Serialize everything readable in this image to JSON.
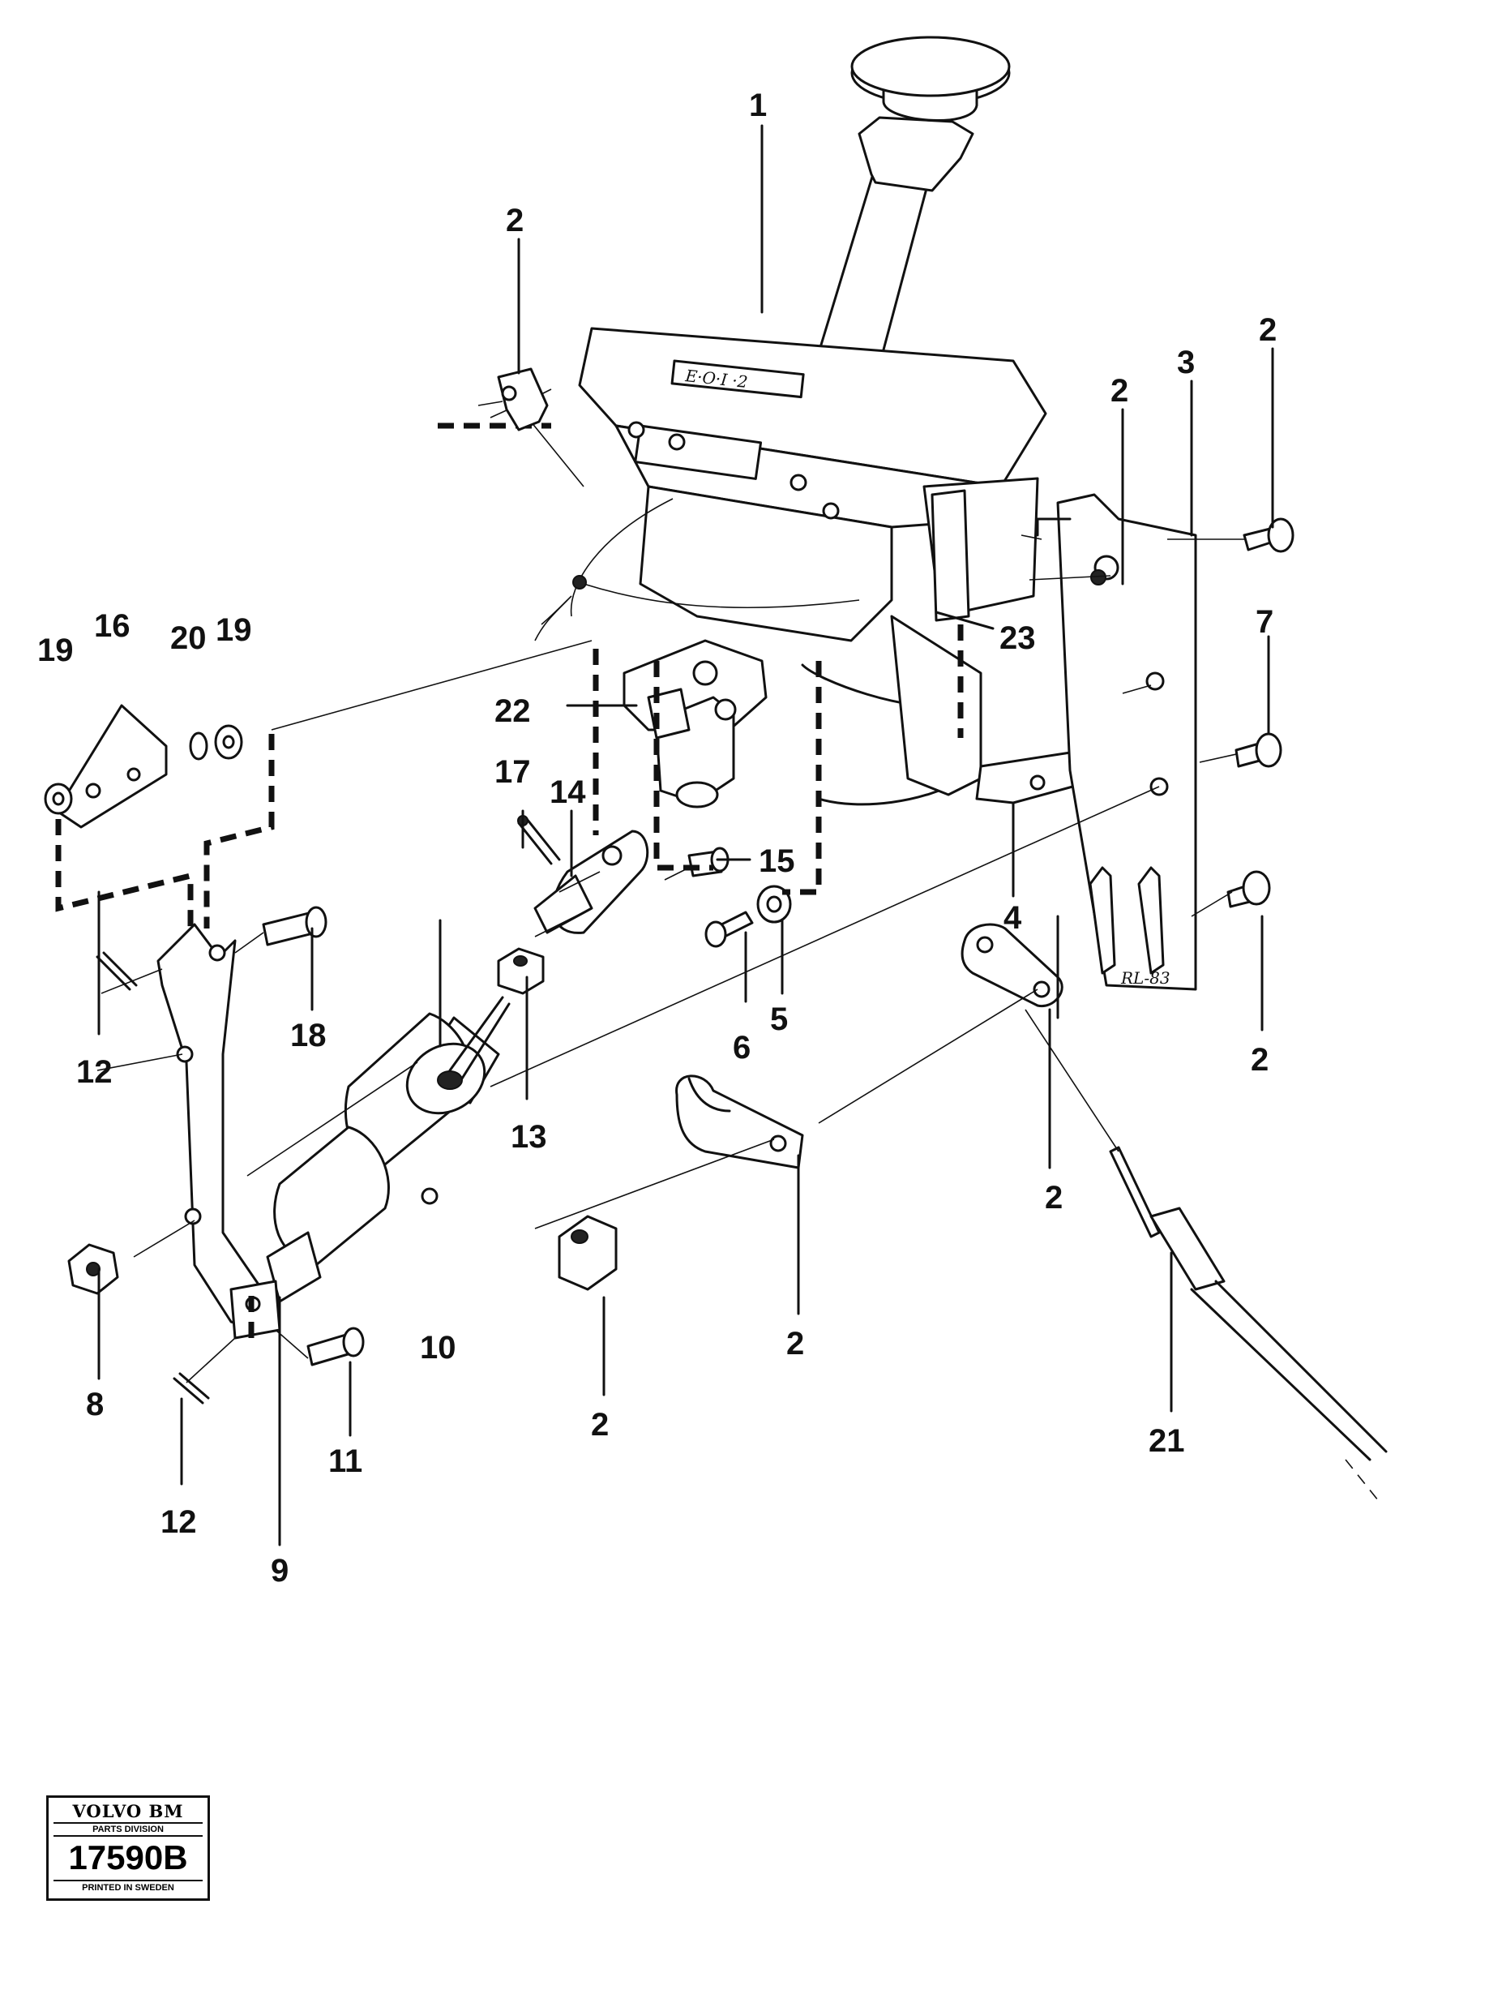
{
  "diagram": {
    "callouts": [
      {
        "id": "c1",
        "text": "1"
      },
      {
        "id": "c2a",
        "text": "2"
      },
      {
        "id": "c2b",
        "text": "2"
      },
      {
        "id": "c2c",
        "text": "2"
      },
      {
        "id": "c2d",
        "text": "2"
      },
      {
        "id": "c2e",
        "text": "2"
      },
      {
        "id": "c2f",
        "text": "2"
      },
      {
        "id": "c2g",
        "text": "2"
      },
      {
        "id": "c3",
        "text": "3"
      },
      {
        "id": "c4",
        "text": "4"
      },
      {
        "id": "c5",
        "text": "5"
      },
      {
        "id": "c6",
        "text": "6"
      },
      {
        "id": "c7",
        "text": "7"
      },
      {
        "id": "c8",
        "text": "8"
      },
      {
        "id": "c9",
        "text": "9"
      },
      {
        "id": "c10",
        "text": "10"
      },
      {
        "id": "c11",
        "text": "11"
      },
      {
        "id": "c12a",
        "text": "12"
      },
      {
        "id": "c12b",
        "text": "12"
      },
      {
        "id": "c13",
        "text": "13"
      },
      {
        "id": "c14",
        "text": "14"
      },
      {
        "id": "c15",
        "text": "15"
      },
      {
        "id": "c16",
        "text": "16"
      },
      {
        "id": "c17",
        "text": "17"
      },
      {
        "id": "c18",
        "text": "18"
      },
      {
        "id": "c19a",
        "text": "19"
      },
      {
        "id": "c19b",
        "text": "19"
      },
      {
        "id": "c20",
        "text": "20"
      },
      {
        "id": "c21",
        "text": "21"
      },
      {
        "id": "c22",
        "text": "22"
      },
      {
        "id": "c23",
        "text": "23"
      }
    ],
    "artist_signature": "RL-83"
  },
  "stamp": {
    "brand": "VOLVO BM",
    "division": "PARTS DIVISION",
    "number": "17590B",
    "printed": "PRINTED IN SWEDEN"
  }
}
